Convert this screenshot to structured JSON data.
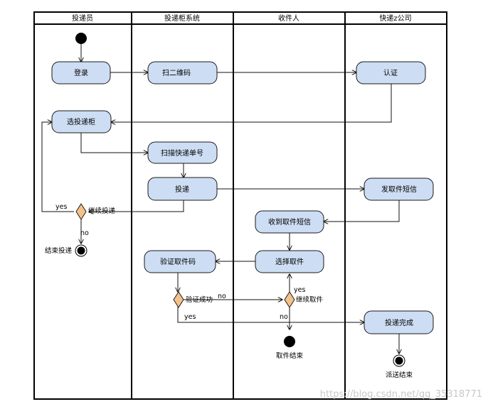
{
  "lanes": {
    "courier": "投递员",
    "locker_system": "投递柜系统",
    "recipient": "收件人",
    "express_company": "快递z公司"
  },
  "nodes": {
    "login": "登录",
    "scan_qr": "扫二维码",
    "verify": "认证",
    "select_locker": "选投递柜",
    "scan_tracking": "扫描快递单号",
    "deliver": "投递",
    "send_sms": "发取件短信",
    "receive_sms": "收到取件短信",
    "verify_code": "验证取件码",
    "select_pickup": "选择取件",
    "delivery_done": "投递完成"
  },
  "decisions": {
    "continue_delivery": "继续投递",
    "verify_success": "验证成功",
    "continue_pickup": "继续取件"
  },
  "finals": {
    "end_delivery": "结束投递",
    "pickup_end": "取件结束",
    "dispatch_end": "派送结束"
  },
  "edge_labels": {
    "yes_continue": "yes",
    "no_continue": "no",
    "no_verify": "no",
    "yes_verify": "yes",
    "yes_pickup": "yes",
    "no_pickup": "no"
  },
  "watermark": "https://blog.csdn.net/qq_35318771",
  "colors": {
    "action_fill": "#cdddf3",
    "decision_fill": "#f4c189",
    "stroke": "#1a1a1a"
  }
}
